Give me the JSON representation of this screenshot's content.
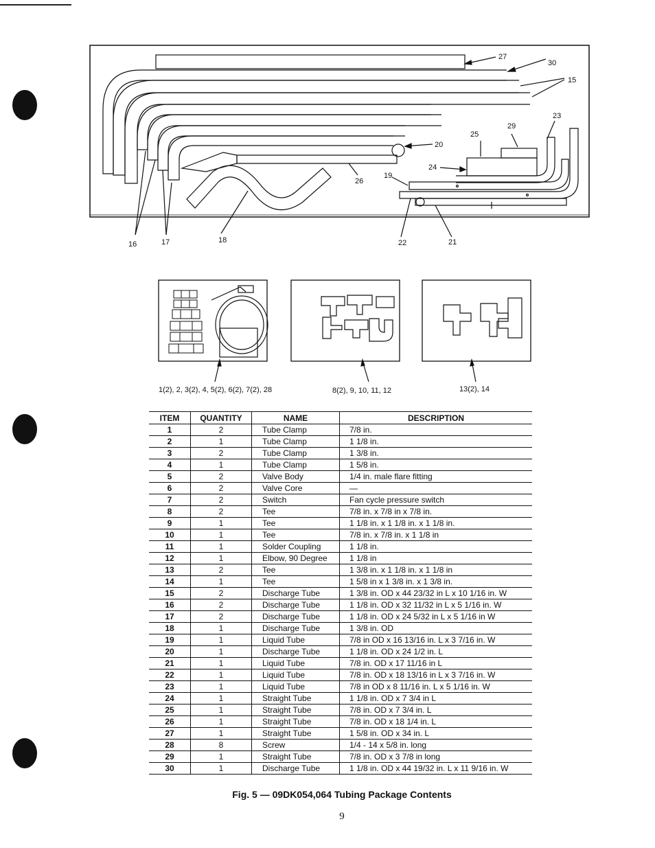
{
  "callouts": {
    "c27": "27",
    "c30": "30",
    "c15": "15",
    "c23": "23",
    "c29": "29",
    "c25": "25",
    "c20": "20",
    "c24": "24",
    "c19": "19",
    "c26": "26",
    "c16": "16",
    "c17": "17",
    "c18": "18",
    "c22": "22",
    "c21": "21"
  },
  "packages": [
    {
      "caption": "1(2), 2, 3(2), 4, 5(2), 6(2), 7(2), 28"
    },
    {
      "caption": "8(2), 9, 10, 11, 12"
    },
    {
      "caption": "13(2), 14"
    }
  ],
  "table": {
    "headers": [
      "ITEM",
      "QUANTITY",
      "NAME",
      "DESCRIPTION"
    ],
    "rows": [
      [
        "1",
        "2",
        "Tube Clamp",
        "7/8 in."
      ],
      [
        "2",
        "1",
        "Tube Clamp",
        "1 1/8 in."
      ],
      [
        "3",
        "2",
        "Tube Clamp",
        "1 3/8 in."
      ],
      [
        "4",
        "1",
        "Tube Clamp",
        "1 5/8 in."
      ],
      [
        "5",
        "2",
        "Valve Body",
        "1/4 in. male flare fitting"
      ],
      [
        "6",
        "2",
        "Valve Core",
        "—"
      ],
      [
        "7",
        "2",
        "Switch",
        "Fan cycle pressure switch"
      ],
      [
        "8",
        "2",
        "Tee",
        "7/8 in. x 7/8 in  x 7/8 in."
      ],
      [
        "9",
        "1",
        "Tee",
        "1 1/8 in. x 1 1/8 in. x 1 1/8 in."
      ],
      [
        "10",
        "1",
        "Tee",
        "7/8 in. x 7/8 in. x 1 1/8 in"
      ],
      [
        "11",
        "1",
        "Solder Coupling",
        "1 1/8 in."
      ],
      [
        "12",
        "1",
        "Elbow, 90 Degree",
        "1 1/8 in"
      ],
      [
        "13",
        "2",
        "Tee",
        "1 3/8 in. x 1 1/8 in. x 1 1/8 in"
      ],
      [
        "14",
        "1",
        "Tee",
        "1 5/8 in  x 1 3/8 in. x 1 3/8 in."
      ],
      [
        "15",
        "2",
        "Discharge Tube",
        "1 3/8 in. OD x 44 23/32 in  L x 10 1/16 in. W"
      ],
      [
        "16",
        "2",
        "Discharge Tube",
        "1 1/8 in. OD x 32 11/32 in  L x 5 1/16 in. W"
      ],
      [
        "17",
        "2",
        "Discharge Tube",
        "1 1/8 in. OD x 24 5/32 in  L x 5 1/16 in  W"
      ],
      [
        "18",
        "1",
        "Discharge Tube",
        "1 3/8 in. OD"
      ],
      [
        "19",
        "1",
        "Liquid Tube",
        "7/8 in  OD x 16 13/16 in. L x 3 7/16 in. W"
      ],
      [
        "20",
        "1",
        "Discharge Tube",
        "1 1/8 in. OD x 24 1/2 in. L"
      ],
      [
        "21",
        "1",
        "Liquid Tube",
        "7/8 in. OD x 17 11/16 in  L"
      ],
      [
        "22",
        "1",
        "Liquid Tube",
        "7/8 in. OD x 18 13/16 in  L x 3 7/16 in. W"
      ],
      [
        "23",
        "1",
        "Liquid Tube",
        "7/8 in  OD x 8 11/16 in. L x 5 1/16 in. W"
      ],
      [
        "24",
        "1",
        "Straight Tube",
        "1 1/8 in. OD x 7 3/4 in  L"
      ],
      [
        "25",
        "1",
        "Straight Tube",
        "7/8 in. OD x 7 3/4 in. L"
      ],
      [
        "26",
        "1",
        "Straight Tube",
        "7/8 in. OD x 18 1/4 in. L"
      ],
      [
        "27",
        "1",
        "Straight Tube",
        "1 5/8 in. OD x 34 in. L"
      ],
      [
        "28",
        "8",
        "Screw",
        "1/4 - 14 x 5/8 in. long"
      ],
      [
        "29",
        "1",
        "Straight Tube",
        "7/8 in. OD x 3 7/8 in  long"
      ],
      [
        "30",
        "1",
        "Discharge Tube",
        "1 1/8 in. OD x 44 19/32 in. L x 11 9/16 in. W"
      ]
    ]
  },
  "figure_caption": "Fig. 5 — 09DK054,064 Tubing Package Contents",
  "page_number": "9"
}
